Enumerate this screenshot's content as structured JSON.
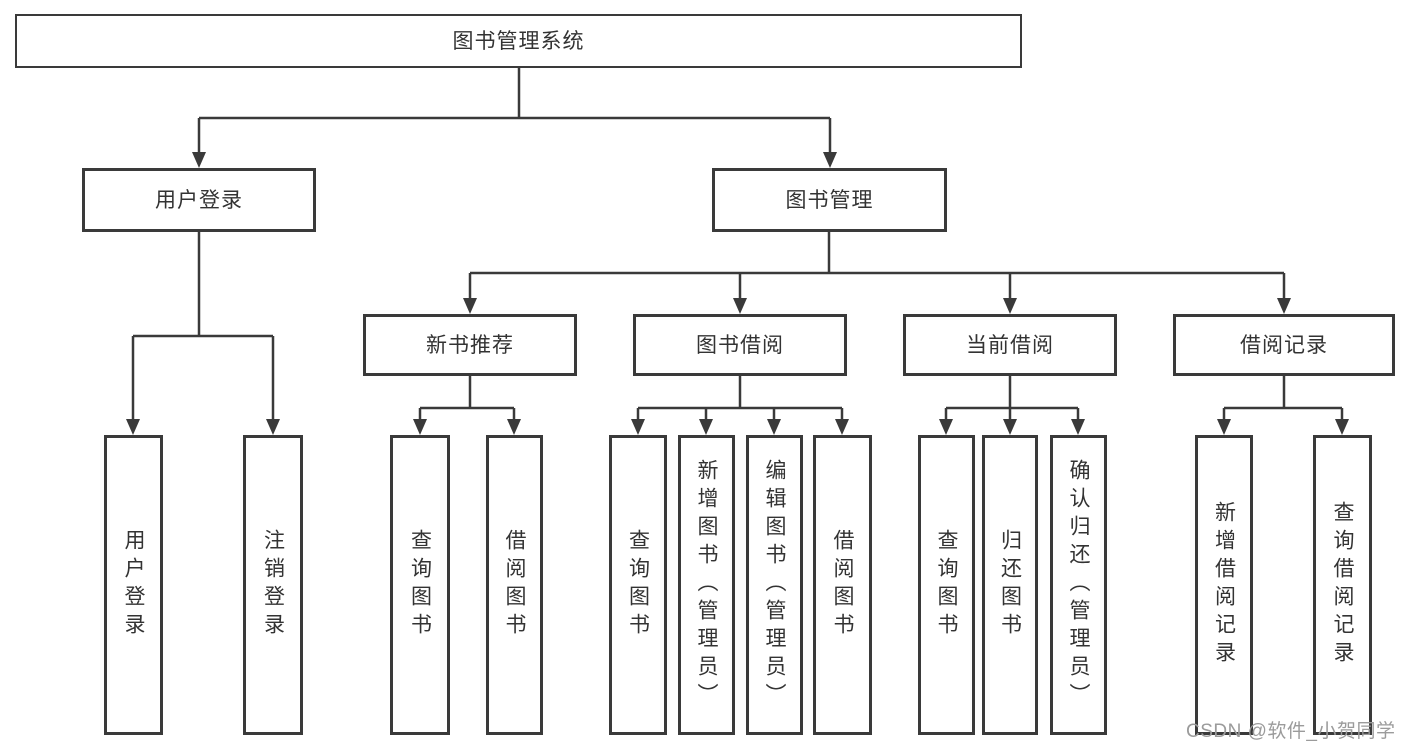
{
  "tree": {
    "root": {
      "label": "图书管理系统",
      "children": [
        {
          "label": "用户登录",
          "children": [
            {
              "label": "用户登录"
            },
            {
              "label": "注销登录"
            }
          ]
        },
        {
          "label": "图书管理",
          "children": [
            {
              "label": "新书推荐",
              "children": [
                {
                  "label": "查询图书"
                },
                {
                  "label": "借阅图书"
                }
              ]
            },
            {
              "label": "图书借阅",
              "children": [
                {
                  "label": "查询图书"
                },
                {
                  "label": "新增图书（管理员）"
                },
                {
                  "label": "编辑图书（管理员）"
                },
                {
                  "label": "借阅图书"
                }
              ]
            },
            {
              "label": "当前借阅",
              "children": [
                {
                  "label": "查询图书"
                },
                {
                  "label": "归还图书"
                },
                {
                  "label": "确认归还（管理员）"
                }
              ]
            },
            {
              "label": "借阅记录",
              "children": [
                {
                  "label": "新增借阅记录"
                },
                {
                  "label": "查询借阅记录"
                }
              ]
            }
          ]
        }
      ]
    }
  },
  "watermark": "CSDN @软件_小贺同学",
  "colors": {
    "line": "#3a3a3a",
    "text": "#333333",
    "background": "#ffffff",
    "watermark": "#9b9b9b"
  }
}
